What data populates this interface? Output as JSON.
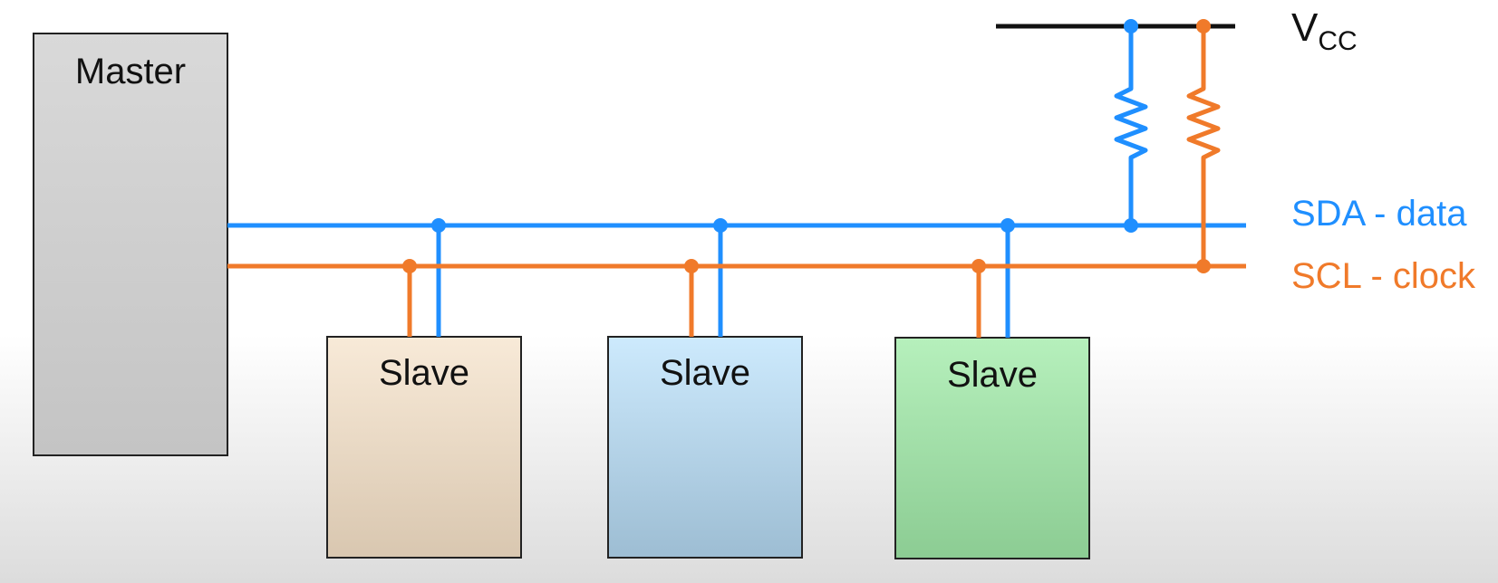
{
  "master": {
    "label": "Master"
  },
  "slaves": [
    {
      "label": "Slave"
    },
    {
      "label": "Slave"
    },
    {
      "label": "Slave"
    }
  ],
  "vcc": {
    "main": "V",
    "sub": "CC"
  },
  "buses": {
    "sda": {
      "label": "SDA - data",
      "color": "#1f8fff"
    },
    "scl": {
      "label": "SCL - clock",
      "color": "#f07a2a"
    }
  },
  "colors": {
    "vcc_rail": "#111111",
    "box_border": "#222222"
  }
}
